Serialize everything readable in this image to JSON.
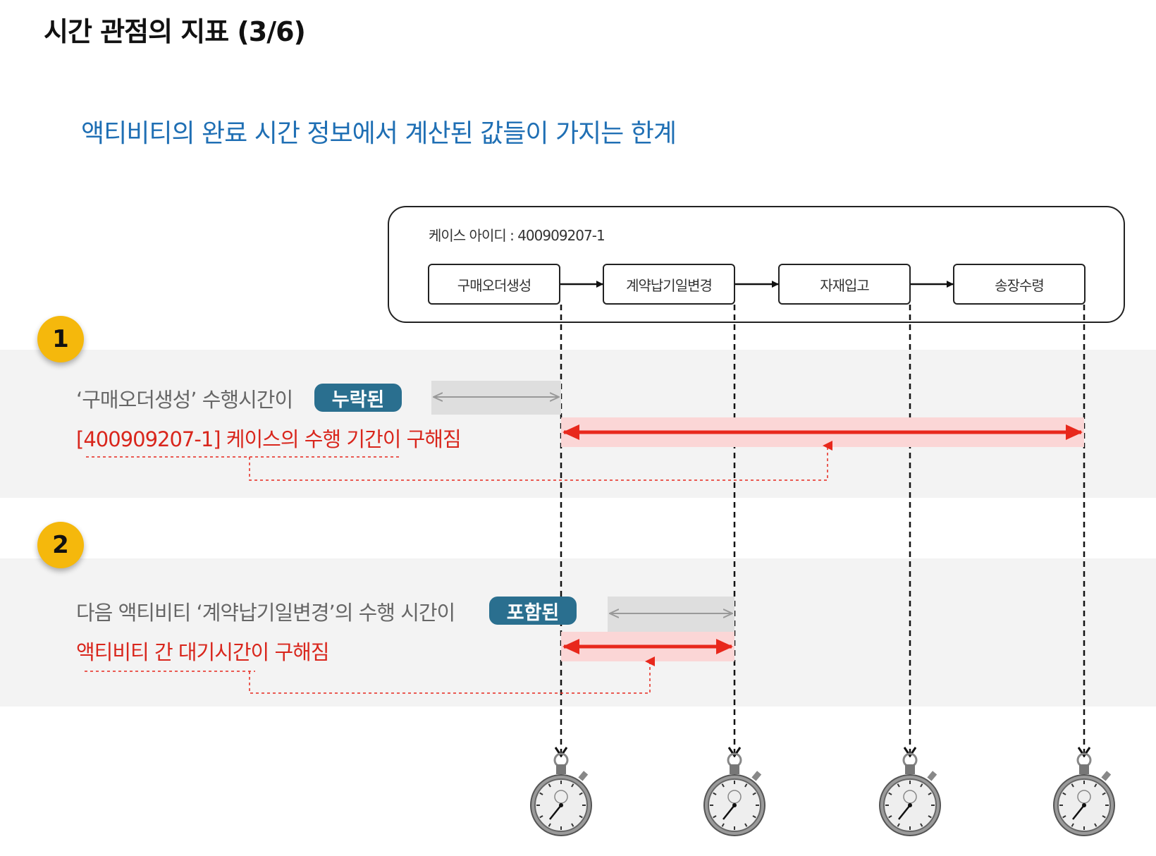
{
  "title": "시간 관점의 지표 (3/6)",
  "subtitle": "액티비티의 완료 시간 정보에서 계산된 값들이 가지는 한계",
  "case_label": "케이스 아이디 : 400909207-1",
  "activities": [
    "구매오더생성",
    "계약납기일변경",
    "자재입고",
    "송장수령"
  ],
  "sections": [
    {
      "number": "1",
      "text_before": "‘구매오더생성’ 수행시간이",
      "badge": "누락된",
      "result": "[400909207-1] 케이스의 수행 기간이 구해짐"
    },
    {
      "number": "2",
      "text_before": "다음 액티비티 ‘계약납기일변경’의 수행 시간이",
      "badge": "포함된",
      "result": "액티비티 간 대기시간이 구해짐"
    }
  ],
  "icons": [
    "stopwatch-icon",
    "stopwatch-icon",
    "stopwatch-icon",
    "stopwatch-icon"
  ],
  "colors": {
    "subtitle": "#1f6fb4",
    "result": "#d9261c",
    "badge": "#2a6f8f",
    "number": "#f5b80c"
  }
}
